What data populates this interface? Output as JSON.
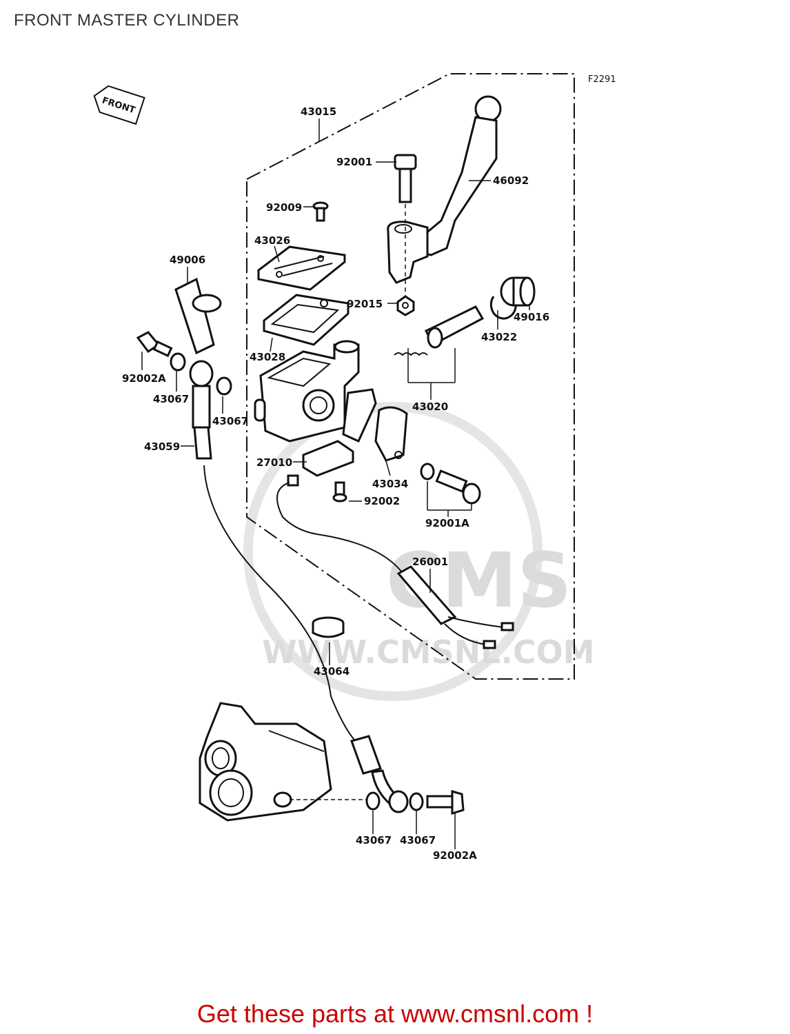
{
  "page": {
    "title": "FRONT MASTER CYLINDER",
    "figure_code": "F2291",
    "front_arrow_label": "FRONT",
    "footer": "Get these parts at www.cmsnl.com !",
    "accent_color": "#cc0000"
  },
  "watermark": {
    "logo_text": "CMS",
    "url_text": "WWW.CMSNL.COM"
  },
  "parts": [
    {
      "id": "p43015",
      "label": "43015"
    },
    {
      "id": "p92001",
      "label": "92001"
    },
    {
      "id": "p46092",
      "label": "46092"
    },
    {
      "id": "p92009",
      "label": "92009"
    },
    {
      "id": "p43026",
      "label": "43026"
    },
    {
      "id": "p49006",
      "label": "49006"
    },
    {
      "id": "p92015",
      "label": "92015"
    },
    {
      "id": "p49016",
      "label": "49016"
    },
    {
      "id": "p43022",
      "label": "43022"
    },
    {
      "id": "p43028",
      "label": "43028"
    },
    {
      "id": "p92002A_top",
      "label": "92002A"
    },
    {
      "id": "p43067_a",
      "label": "43067"
    },
    {
      "id": "p43067_b",
      "label": "43067"
    },
    {
      "id": "p43020",
      "label": "43020"
    },
    {
      "id": "p43059",
      "label": "43059"
    },
    {
      "id": "p27010",
      "label": "27010"
    },
    {
      "id": "p43034",
      "label": "43034"
    },
    {
      "id": "p92002",
      "label": "92002"
    },
    {
      "id": "p92001A",
      "label": "92001A"
    },
    {
      "id": "p26001",
      "label": "26001"
    },
    {
      "id": "p43064",
      "label": "43064"
    },
    {
      "id": "p43067_c",
      "label": "43067"
    },
    {
      "id": "p43067_d",
      "label": "43067"
    },
    {
      "id": "p92002A_bottom",
      "label": "92002A"
    }
  ]
}
